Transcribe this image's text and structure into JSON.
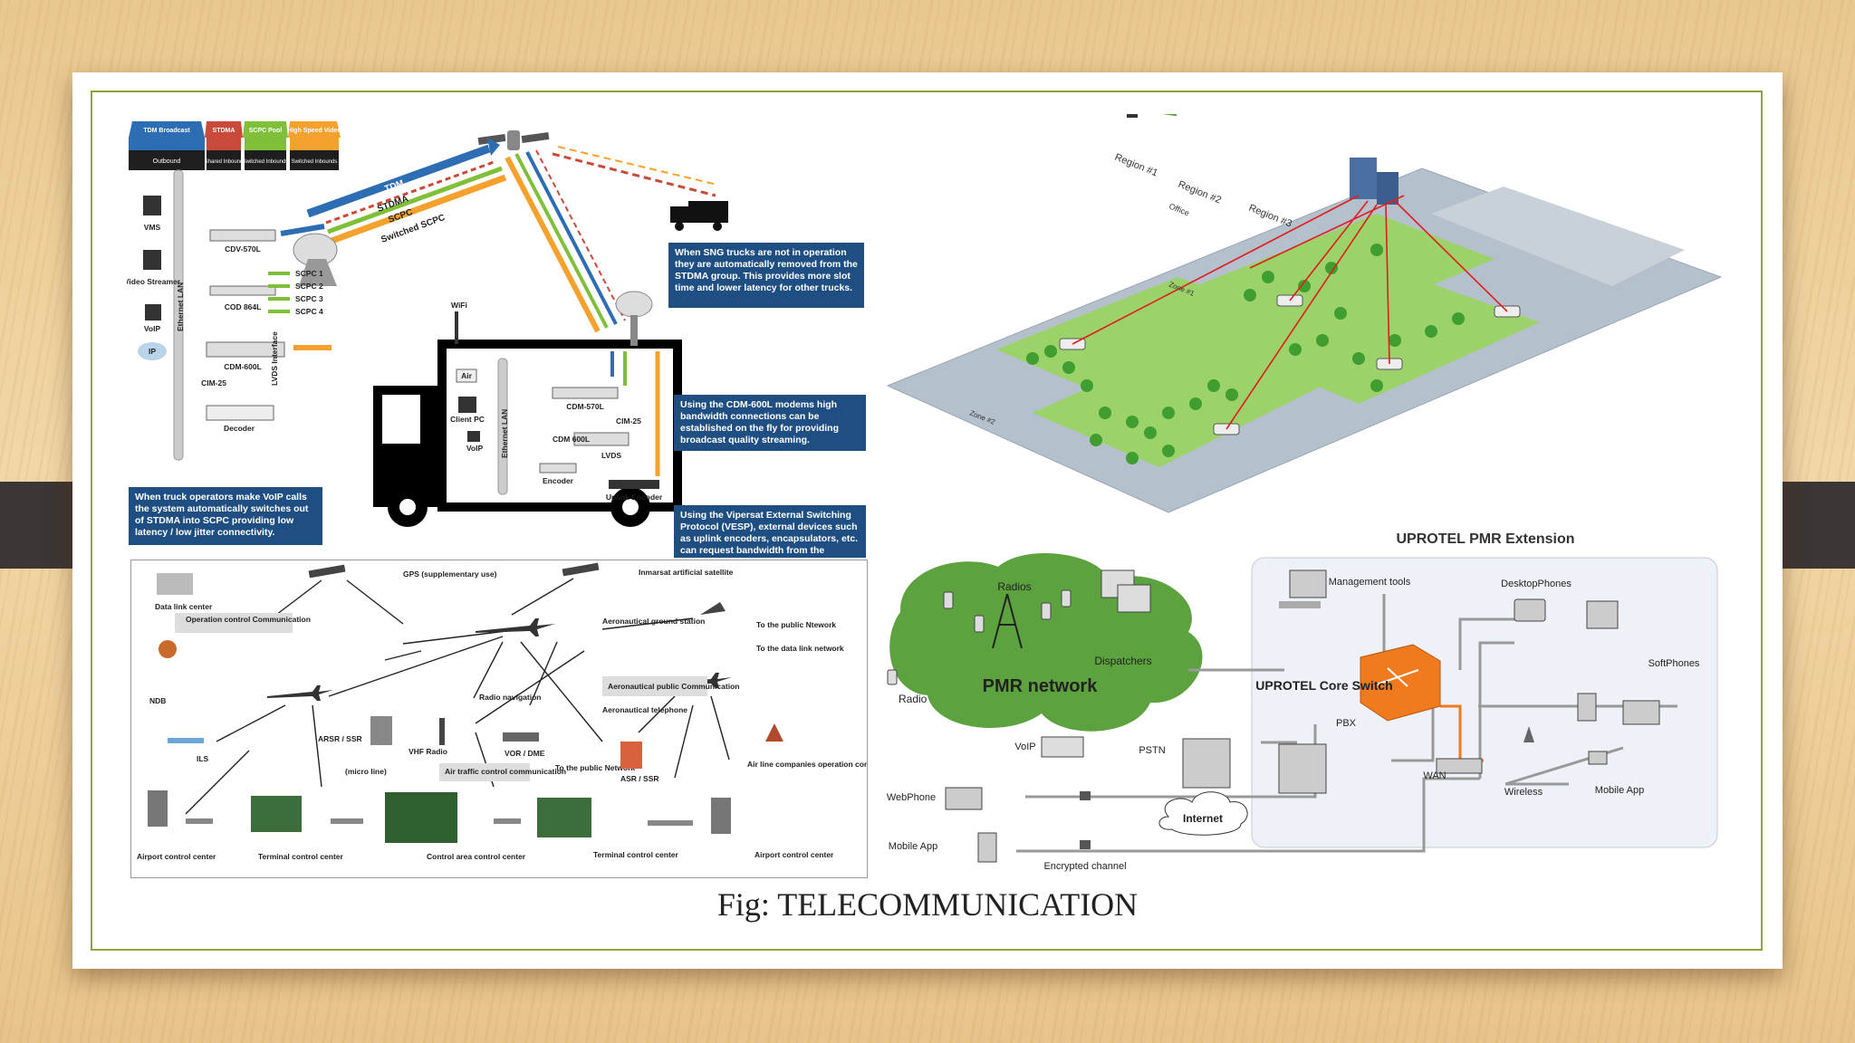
{
  "caption": "Fig: TELECOMMUNICATION",
  "colors": {
    "frame": "#8fa33a",
    "callout_bg": "#1f4f82",
    "grass": "#9bd36a",
    "road": "#b4c0cc",
    "cloud": "#5ca23e",
    "core_switch": "#f07b1f"
  },
  "satellite_network": {
    "legend": [
      {
        "top": "TDM Broadcast",
        "bottom": "Outbound"
      },
      {
        "top": "STDMA",
        "bottom": "Shared Inbound"
      },
      {
        "top": "SCPC Pool",
        "bottom": "Switched Inbounds"
      },
      {
        "top": "High Speed Video",
        "bottom": "Switched Inbounds"
      }
    ],
    "links": [
      "TDM",
      "STDMA",
      "SCPC",
      "Switched SCPC"
    ],
    "scpc_channels": [
      "SCPC 1",
      "SCPC 2",
      "SCPC 3",
      "SCPC 4"
    ],
    "devices": {
      "vms": "VMS",
      "video_streamer": "Video Streamer",
      "voip": "VoIP",
      "ip": "IP",
      "cdv": "CDV-570L",
      "cod": "COD 864L",
      "cdm": "CDM-600L",
      "cim": "CIM-25",
      "decoder": "Decoder",
      "lvds": "LVDS Interface",
      "ethernet_lan": "Ethernet LAN",
      "wifi": "WiFi",
      "truck_lan": "Ethernet LAN",
      "client_pc": "Client PC",
      "truck_voip": "VoIP",
      "truck_cdm570": "CDM-570L",
      "truck_cim": "CIM-25",
      "truck_cdm600": "CDM 600L",
      "truck_lvds": "LVDS",
      "encoder": "Encoder",
      "uplink_encoder": "Uplink Encoder",
      "air": "Air"
    },
    "callouts": {
      "sng": "When SNG trucks are not in operation they are automatically removed from the STDMA group. This provides more slot time and lower latency for other trucks.",
      "cdm": "Using the CDM-600L modems high bandwidth connections can be established on the fly for providing broadcast quality streaming.",
      "voip": "When truck operators make VoIP calls the system automatically switches out of STDMA into SCPC providing low latency / low jitter connectivity.",
      "vesp": "Using the Vipersat External Switching Protocol (VESP), external devices such as uplink encoders, encapsulators, etc. can request bandwidth from the"
    }
  },
  "aviation": {
    "labels": {
      "gps": "GPS (supplementary use)",
      "inmarsat": "Inmarsat artificial satellite",
      "data_link_center": "Data link center",
      "occ": "Operation control Communication",
      "aero_ground": "Aeronautical ground station",
      "public_network": "To the public Ntework",
      "data_link_network": "To the data link network",
      "aero_public": "Aeronautical public Communication",
      "radio_nav": "Radio navigation",
      "aero_phone": "Aeronautical telephone",
      "ndb": "NDB",
      "ils": "ILS",
      "arsr": "ARSR / SSR",
      "vhf": "VHF Radio",
      "vor": "VOR / DME",
      "micro_line": "(micro line)",
      "atc": "Air traffic control communication",
      "public_network2": "To the public Network",
      "asr": "ASR / SSR",
      "airline": "Air line companies operation control station",
      "airport_cc": "Airport control center",
      "terminal_cc": "Terminal control center",
      "control_area_cc": "Control area control center",
      "terminal_cc2": "Terminal control center",
      "airport_cc2": "Airport control center"
    }
  },
  "radio_regions": {
    "regions": [
      "Region #1",
      "Region #2",
      "Region #3"
    ],
    "labels": {
      "office": "Office",
      "zone1": "Zone #1",
      "zone2": "Zone #2"
    }
  },
  "pmr": {
    "title": "UPROTEL PMR Extension",
    "cloud_label": "PMR network",
    "labels": {
      "radios": "Radios",
      "dispatchers": "Dispatchers",
      "radio": "Radio",
      "management": "Management tools",
      "desktop_phones": "DesktopPhones",
      "core_switch": "UPROTEL Core Switch",
      "softphones": "SoftPhones",
      "voip": "VoIP",
      "pstn": "PSTN",
      "pbx": "PBX",
      "wan": "WAN",
      "wireless": "Wireless",
      "mobile_app": "Mobile App",
      "webphone": "WebPhone",
      "mobile_app2": "Mobile App",
      "internet": "Internet",
      "encrypted": "Encrypted channel"
    }
  }
}
